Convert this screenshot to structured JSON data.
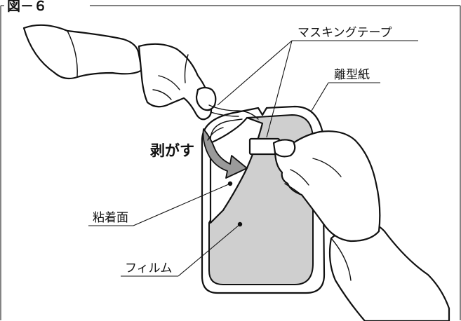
{
  "figure": {
    "title": "図－６"
  },
  "labels": {
    "masking_tape": "マスキングテープ",
    "release_paper": "離型紙",
    "peel_action": "剥がす",
    "adhesive_surface": "粘着面",
    "film": "フィルム"
  },
  "colors": {
    "film_fill": "#cfcfcf",
    "arrow_fill": "#9a9a9a",
    "line": "#111111",
    "background": "#ffffff"
  }
}
